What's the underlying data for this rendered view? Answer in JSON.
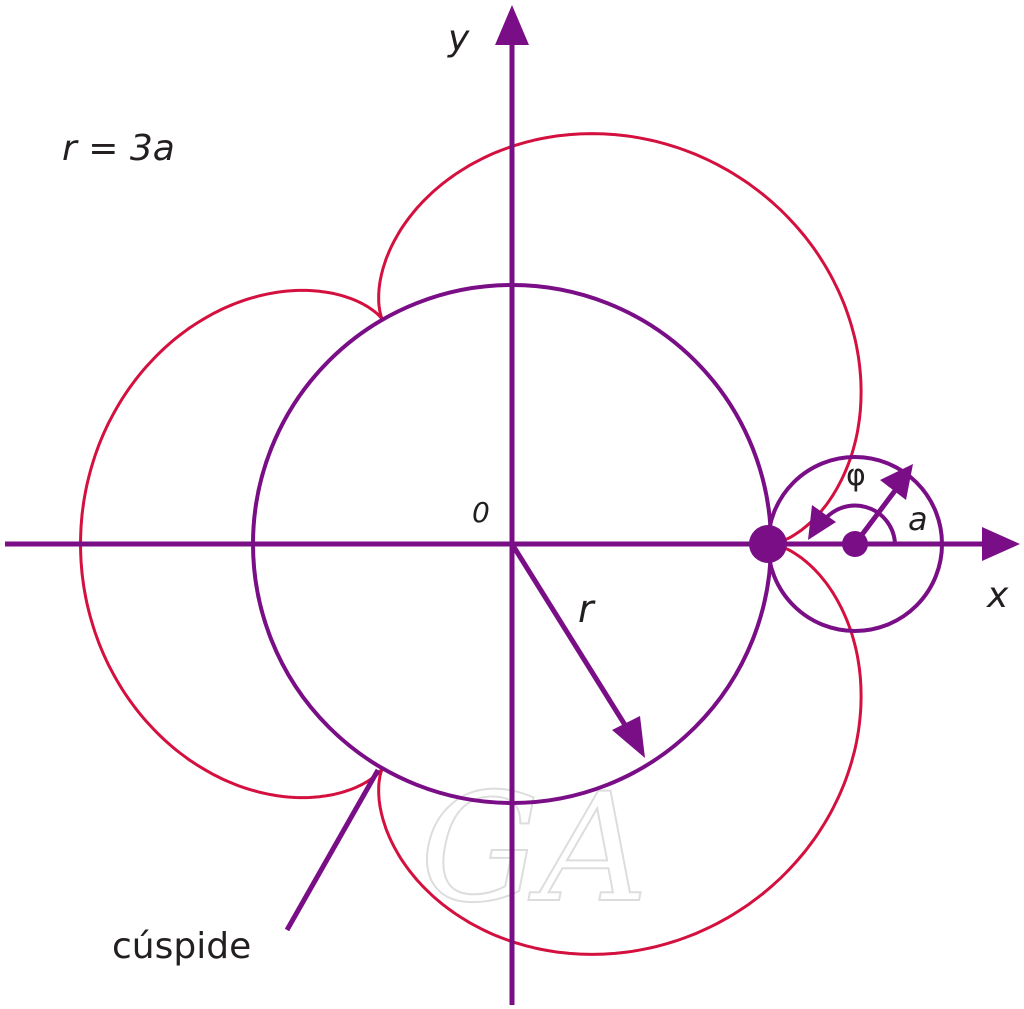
{
  "labels": {
    "y_axis": "y",
    "x_axis": "x",
    "equation": "r = 3a",
    "origin": "0",
    "radius_fixed": "r",
    "angle": "φ",
    "radius_rolling": "a",
    "cusp": "cúspide"
  },
  "watermark": "GA",
  "params": {
    "k": 3
  },
  "colors": {
    "curve": "#d4103f",
    "construction": "#7a0e86"
  }
}
